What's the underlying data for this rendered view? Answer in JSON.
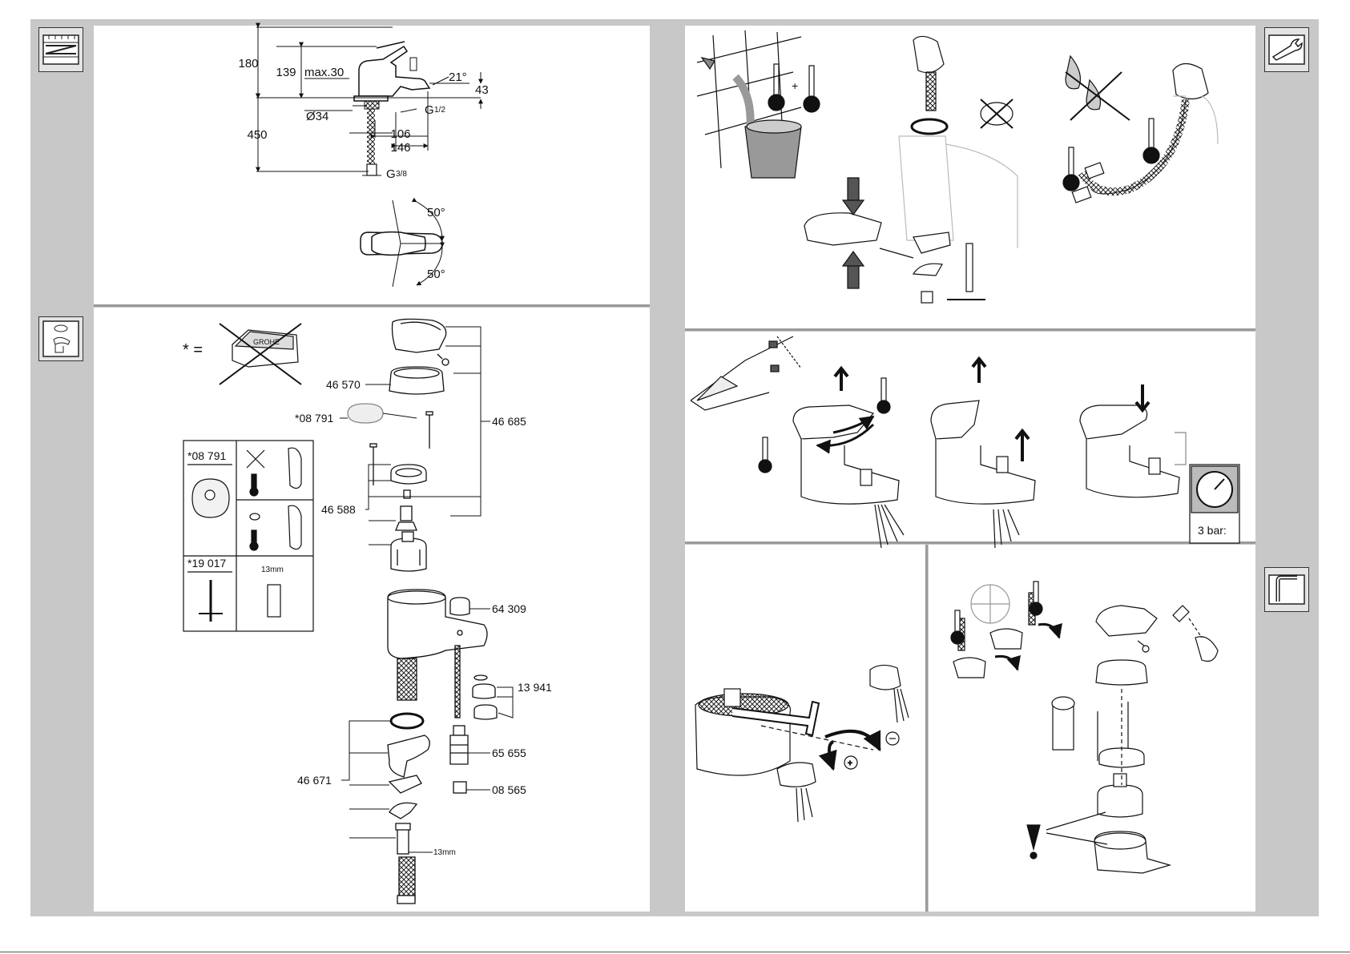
{
  "dimensions": {
    "height_total": "180",
    "height_spout": "139",
    "max_deck": "max.30",
    "angle_spout": "21°",
    "spout_drop": "43",
    "hole_diameter": "Ø34",
    "thread_outlet": "G",
    "thread_outlet_frac": "1/2",
    "spacing_106": "106",
    "spacing_146": "146",
    "hose_length": "450",
    "thread_inlet": "G",
    "thread_inlet_frac": "3/8",
    "swivel_angle_top": "50°",
    "swivel_angle_bottom": "50°"
  },
  "parts": {
    "asterisk_eq": "* =",
    "brand_box": "GROHE",
    "p46570": "46 570",
    "p08791": "*08 791",
    "p46685": "46 685",
    "p46588": "46 588",
    "p64309": "64 309",
    "p13941": "13 941",
    "p65655": "65 655",
    "p08565": "08 565",
    "p46671": "46 671",
    "size_13mm_bottom": "13mm"
  },
  "accessory_table": {
    "cell1": "*08 791",
    "cell2": "*19 017",
    "cell3": "13mm"
  },
  "pressure": {
    "label": "3 bar:"
  },
  "install": {
    "plus_sign": "+"
  },
  "colors": {
    "sheet_bg": "#c8c8c8",
    "panel_bg": "#ffffff",
    "line": "#111111",
    "icon_bg": "#e4e4e4"
  },
  "icons": [
    "ruler-icon",
    "faucet-parts-icon",
    "wrench-icon",
    "allen-key-icon"
  ]
}
